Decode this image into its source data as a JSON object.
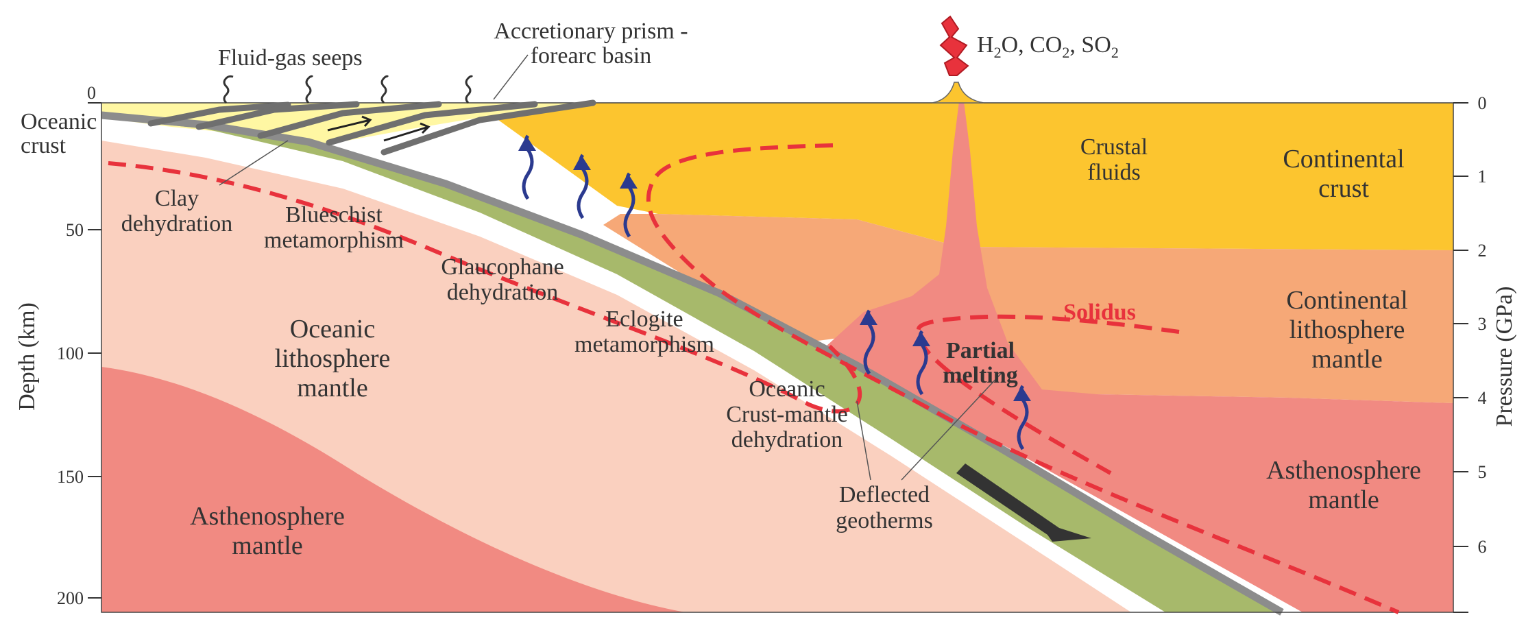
{
  "colors": {
    "continental_crust": "#fcc52f",
    "continental_lithosphere_mantle": "#f6a877",
    "asthenosphere": "#f18a82",
    "oceanic_lithosphere_mantle": "#fad0bf",
    "accretionary_prism": "#fff7a3",
    "oceanic_crust_slab": "#a7b96b",
    "slab_top": "#8c8c8c",
    "geotherm_dashes": "#e8323c",
    "fluid_arrows": "#2b3a8f",
    "volcanic_plume": "#e8323c"
  },
  "axes": {
    "left_title": "Depth (km)",
    "left_ticks": [
      "0",
      "50",
      "100",
      "150",
      "200"
    ],
    "right_title": "Pressure (GPa)",
    "right_ticks": [
      "0",
      "1",
      "2",
      "3",
      "4",
      "5",
      "6"
    ]
  },
  "labels": {
    "fluid_gas_seeps": "Fluid-gas seeps",
    "accretionary_prism": [
      "Accretionary prism -",
      "forearc basin"
    ],
    "volcanic_gases": {
      "h": "H",
      "sub2a": "2",
      "o_co": "O, CO",
      "sub2b": "2",
      "so": ", SO",
      "sub2c": "2"
    },
    "oceanic_crust": [
      "Oceanic",
      "crust"
    ],
    "clay_dehydration": [
      "Clay",
      "dehydration"
    ],
    "blueschist": [
      "Blueschist",
      "metamorphism"
    ],
    "glaucophane": [
      "Glaucophane",
      "dehydration"
    ],
    "eclogite": [
      "Eclogite",
      "metamorphism"
    ],
    "crust_mantle_dehydration": [
      "Oceanic",
      "Crust-mantle",
      "dehydration"
    ],
    "deflected_geotherms": [
      "Deflected",
      "geotherms"
    ],
    "oceanic_lithosphere_mantle": [
      "Oceanic",
      "lithosphere",
      "mantle"
    ],
    "asthenosphere_left": [
      "Asthenosphere",
      "mantle"
    ],
    "asthenosphere_right": [
      "Asthenosphere",
      "mantle"
    ],
    "crustal_fluids": [
      "Crustal",
      "fluids"
    ],
    "continental_crust": [
      "Continental",
      "crust"
    ],
    "continental_lithosphere_mantle": [
      "Continental",
      "lithosphere",
      "mantle"
    ],
    "solidus": "Solidus",
    "partial_melting": [
      "Partial",
      "melting"
    ]
  }
}
